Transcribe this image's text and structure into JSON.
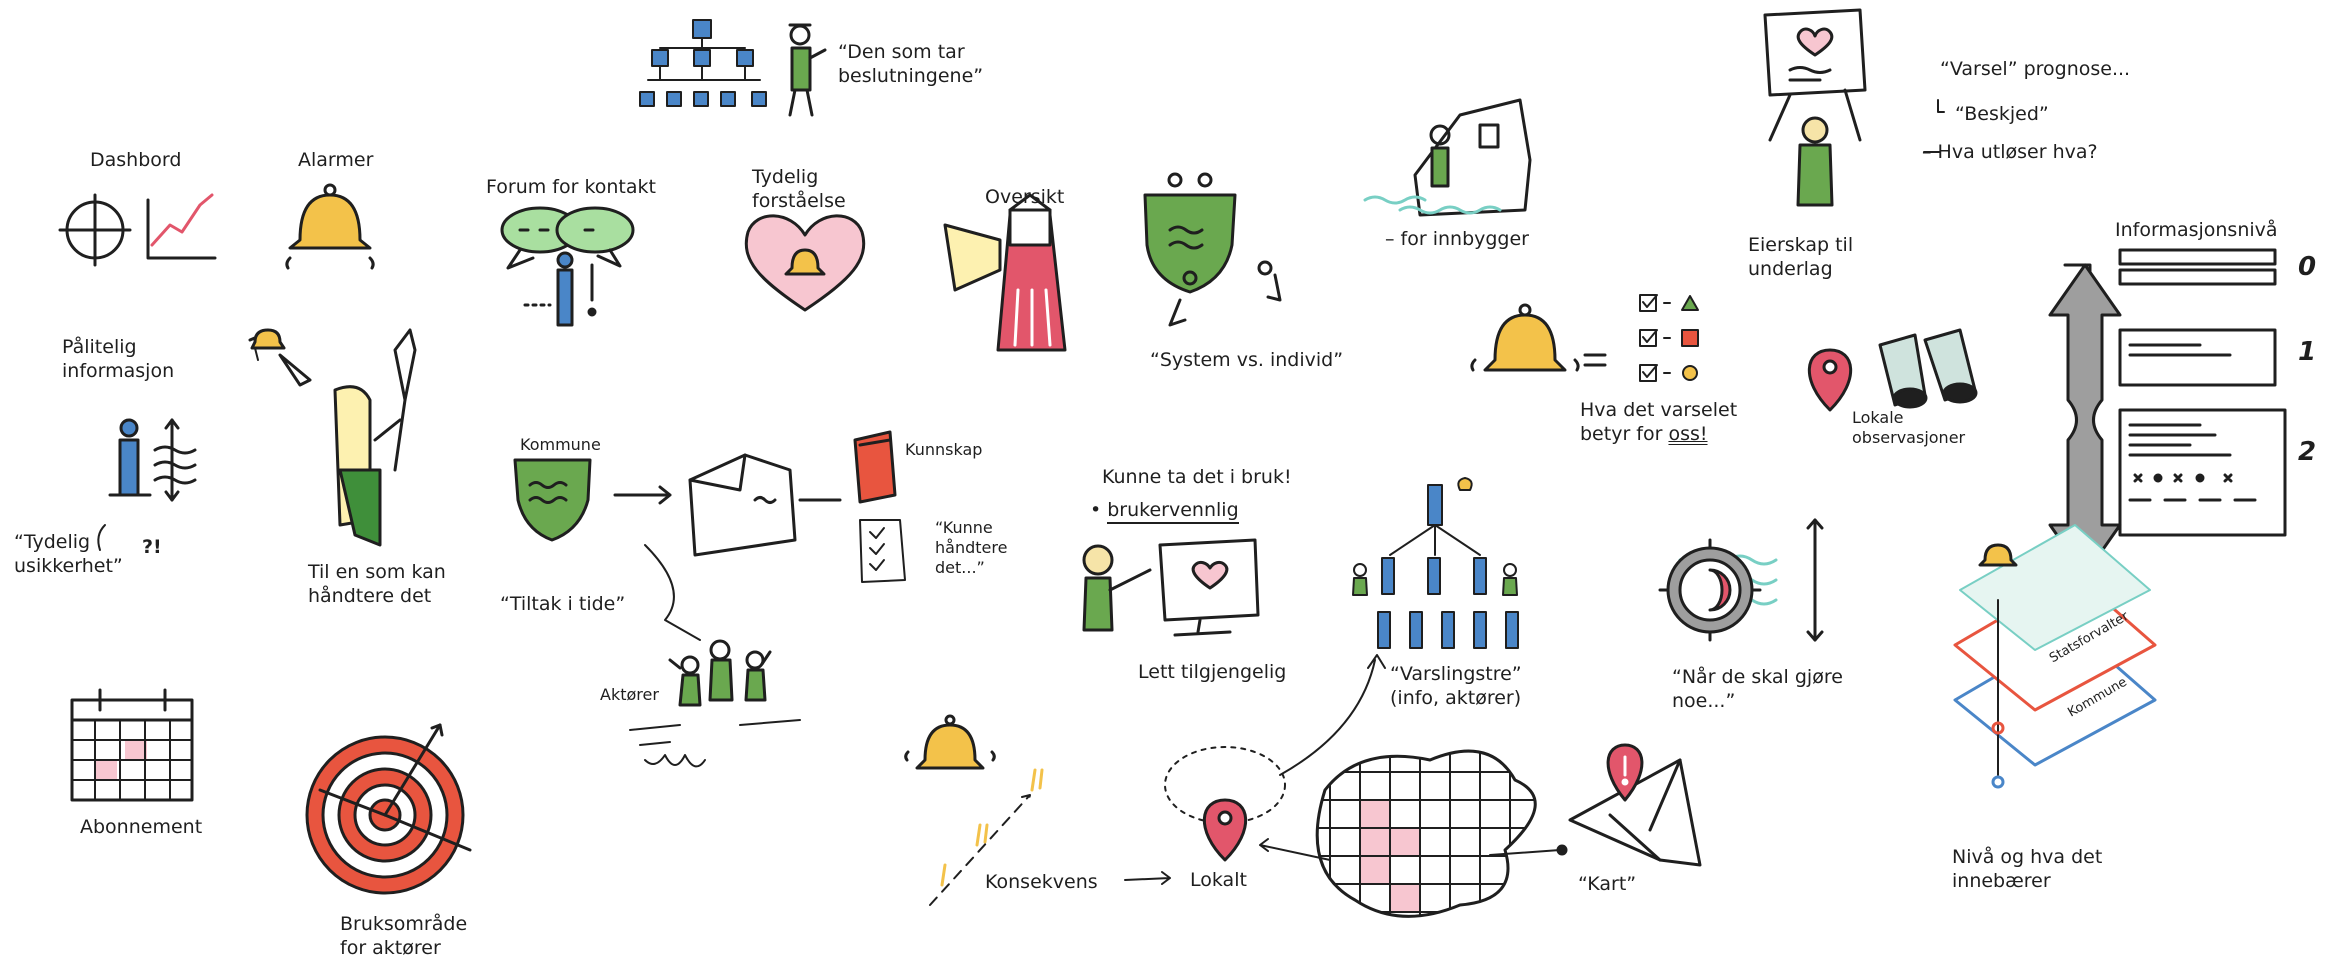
{
  "labels": {
    "dashbord": "Dashbord",
    "alarmer": "Alarmer",
    "forum": "Forum for kontakt",
    "tydelig_forstaaelse": "Tydelig\nforståelse",
    "oversikt": "Oversikt",
    "den_som_tar": "“Den som tar\nbeslutningene”",
    "system_vs_individ": "“System vs. individ”",
    "for_innbygger": "– for innbygger",
    "eierskap": "Eierskap til\nunderlag",
    "varsel_prognose": "“Varsel” prognose...",
    "beskjed": "“Beskjed”",
    "hva_utloser": "– Hva utløser hva?",
    "informasjonsniva": "Informasjonsnivå",
    "level_0": "0",
    "level_1": "1",
    "level_2": "2",
    "palitelig": "Pålitelig\ninformasjon",
    "tydelig_usikkerhet": "“Tydelig\nusikkerhet”",
    "til_en_som": "Til en som kan\nhåndtere det",
    "kommune": "Kommune",
    "kunnskap": "Kunnskap",
    "kunne_handtere": "“Kunne\nhåndtere\ndet...”",
    "tiltak_i_tide": "“Tiltak i tide”",
    "aktorer": "Aktører",
    "kunne_ta_i_bruk": "Kunne ta det i bruk!",
    "brukervennlig": "brukervennlig",
    "lett_tilgjengelig": "Lett tilgjengelig",
    "hva_det_varselet_1": "Hva det varselet",
    "hva_det_varselet_2": "betyr for ",
    "oss": "oss!",
    "lokale_observasjoner": "Lokale\nobservasjoner",
    "varslingstre": "“Varslingstre”\n(info, aktører)",
    "nar_de_skal": "“Når de skal gjøre\nnoe...”",
    "abonnement": "Abonnement",
    "bruksomrade": "Bruksområde\nfor aktører",
    "konsekvens": "Konsekvens",
    "lokalt": "Lokalt",
    "kart": "“Kart”",
    "statsforvalter": "Statsforvalter",
    "kommune_layer": "Kommune",
    "niva_og_hva": "Nivå og hva det\ninnebærer"
  },
  "colors": {
    "bell": "#f3c24a",
    "green": "#6aa84f",
    "dark_green": "#3f8f3a",
    "blue": "#4a86c8",
    "red": "#e2566b",
    "pink": "#f7c6d0",
    "teal": "#78cfc4",
    "orange_red": "#e8553f",
    "grey": "#9e9e9e",
    "ink": "#1f1f1f"
  }
}
